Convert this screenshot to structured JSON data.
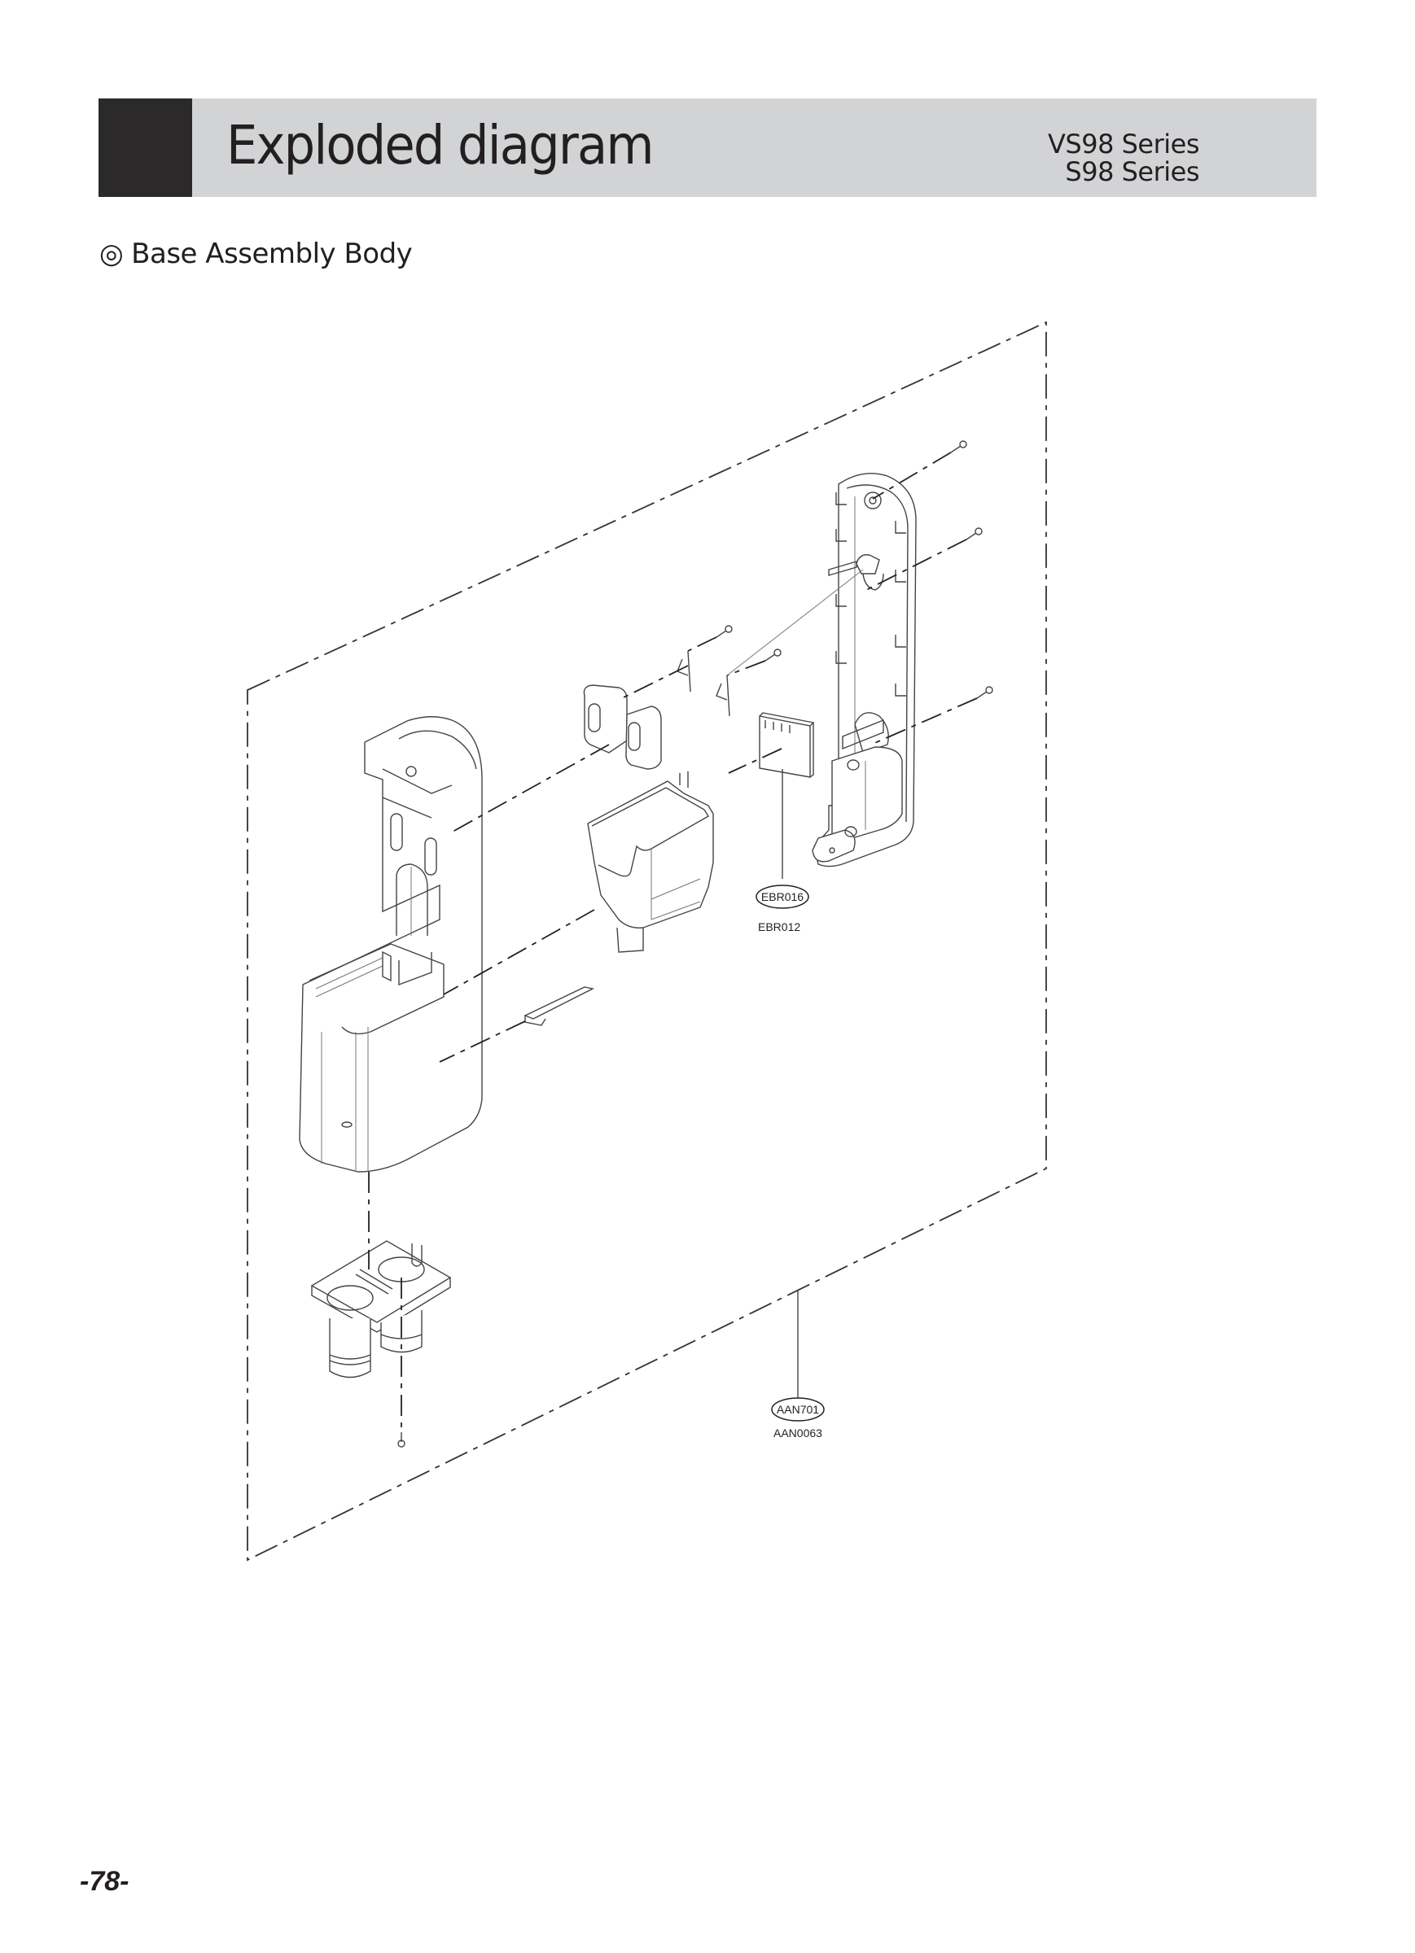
{
  "header": {
    "title": "Exploded diagram",
    "series": [
      "VS98 Series",
      "S98 Series"
    ],
    "colors": {
      "dark_block": "#2b292a",
      "band": "#d2d3d5",
      "text": "#231f20"
    }
  },
  "section": {
    "bullet": "◎",
    "title": "Base Assembly Body"
  },
  "diagram": {
    "parts": [
      {
        "name": "base-front-body",
        "label": ""
      },
      {
        "name": "base-rear-cover",
        "label": ""
      },
      {
        "name": "charging-terminal-block",
        "label": ""
      },
      {
        "name": "terminal-clips",
        "label": ""
      },
      {
        "name": "inner-bracket",
        "label": ""
      },
      {
        "name": "pcb-module",
        "label": ""
      },
      {
        "name": "contact-plate",
        "label": ""
      },
      {
        "name": "accessory-holder",
        "label": ""
      },
      {
        "name": "screws",
        "label": ""
      }
    ],
    "callouts": [
      {
        "code": "EBR016",
        "part_no": "EBR012"
      },
      {
        "code": "AAN701",
        "part_no": "AAN0063"
      }
    ]
  },
  "footer": {
    "page_number": "-78-"
  }
}
